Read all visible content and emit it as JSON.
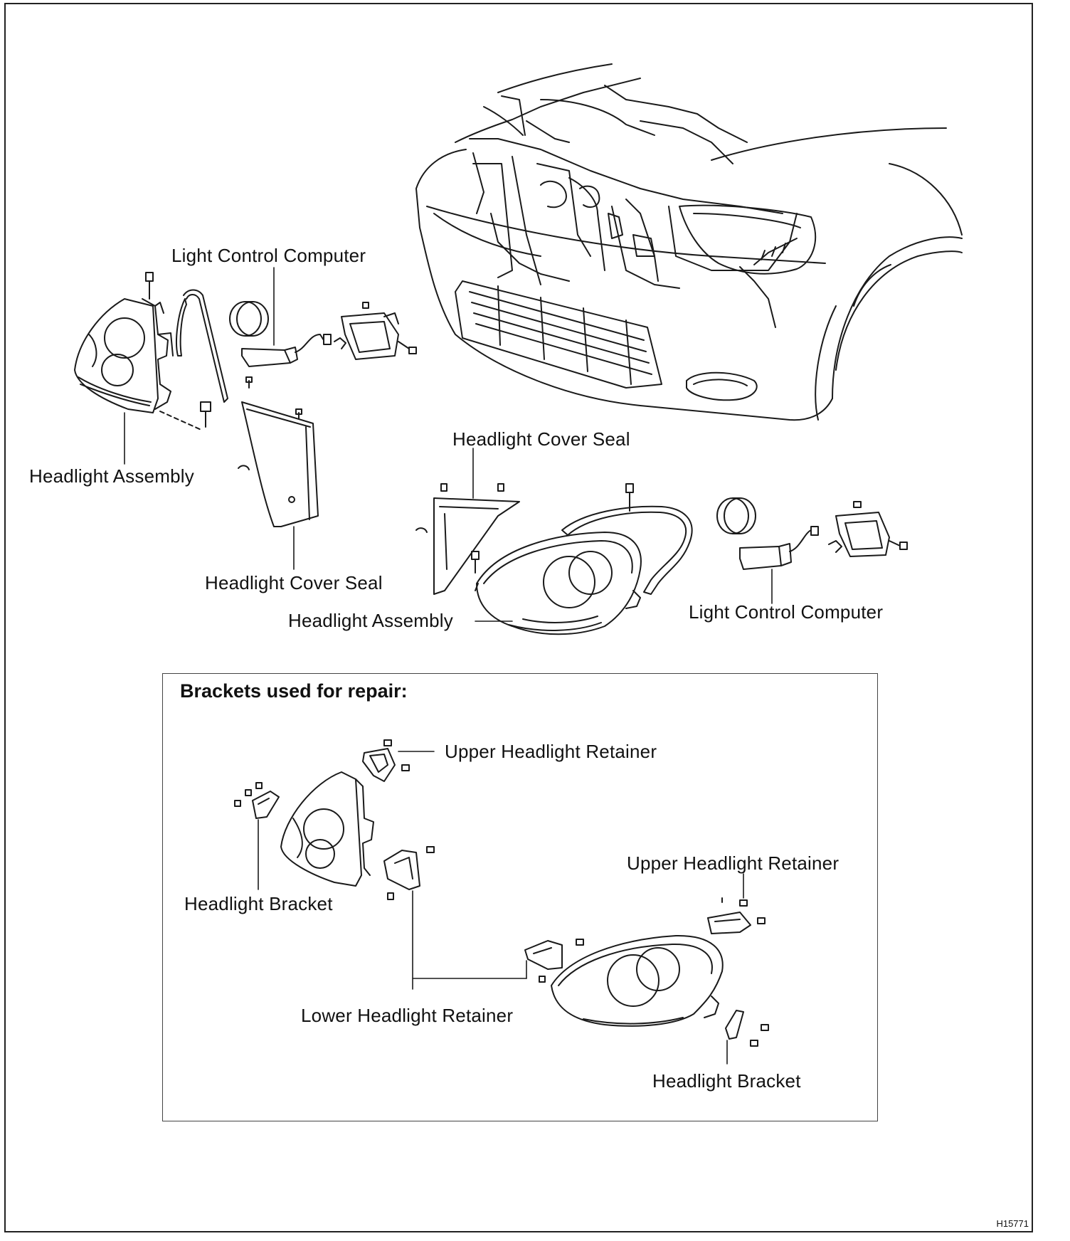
{
  "main_view": {
    "labels": {
      "light_control_computer_left": "Light Control Computer",
      "headlight_assembly_left": "Headlight Assembly",
      "headlight_cover_seal_left": "Headlight Cover Seal",
      "headlight_cover_seal_right": "Headlight Cover Seal",
      "headlight_assembly_right": "Headlight Assembly",
      "light_control_computer_right": "Light Control Computer"
    }
  },
  "repair_box": {
    "title": "Brackets used for repair:",
    "labels": {
      "upper_retainer_left": "Upper Headlight Retainer",
      "headlight_bracket_left": "Headlight Bracket",
      "upper_retainer_right": "Upper Headlight Retainer",
      "lower_retainer": "Lower Headlight Retainer",
      "headlight_bracket_right": "Headlight Bracket"
    }
  },
  "figure_id": "H15771"
}
